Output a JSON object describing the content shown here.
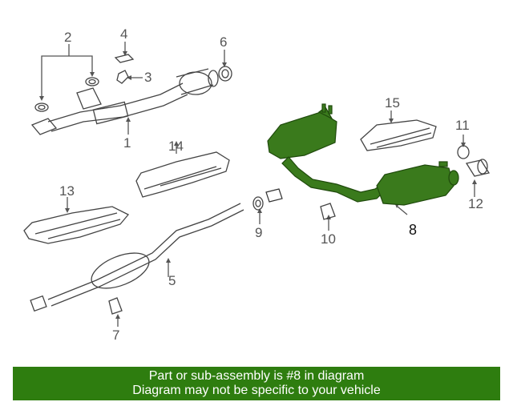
{
  "callouts": {
    "c1": "1",
    "c2": "2",
    "c3": "3",
    "c4": "4",
    "c5": "5",
    "c6": "6",
    "c7": "7",
    "c8": "8",
    "c9": "9",
    "c10": "10",
    "c11": "11",
    "c12": "12",
    "c13": "13",
    "c14": "14",
    "c15": "15"
  },
  "banner": {
    "line1": "Part or sub-assembly is #8 in diagram",
    "line2": "Diagram may not be specific to your vehicle"
  },
  "colors": {
    "highlight": "#3a7a1c",
    "banner": "#2e7d0f",
    "line": "#555555"
  }
}
